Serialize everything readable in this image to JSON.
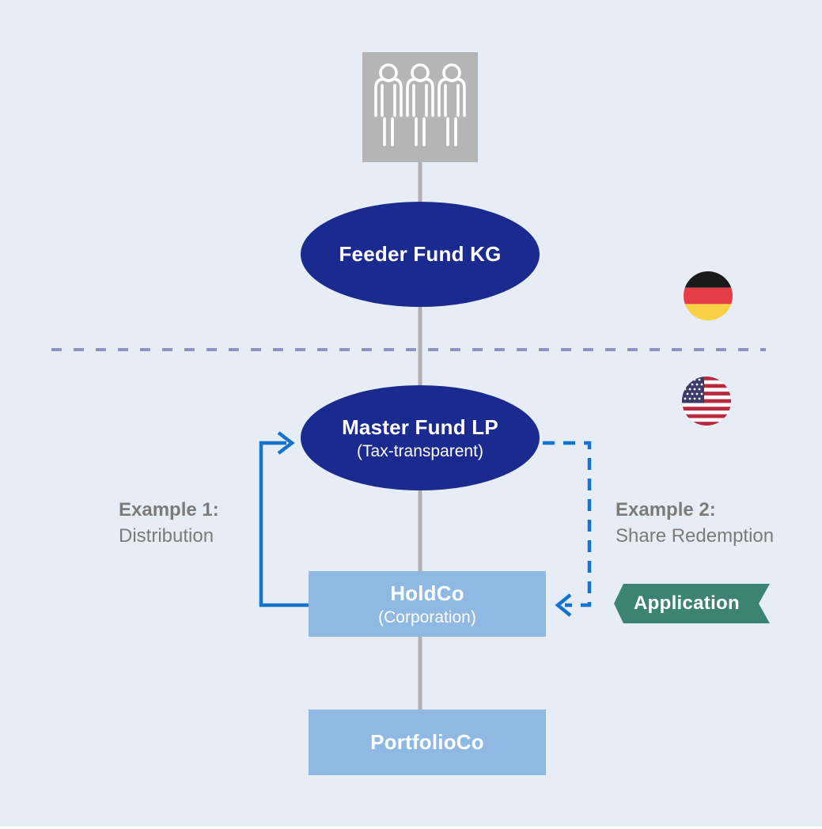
{
  "diagram": {
    "investors": {
      "icon": "three-persons-icon"
    },
    "nodes": {
      "feeder": {
        "label": "Feeder Fund KG"
      },
      "master": {
        "label": "Master Fund LP",
        "sublabel": "(Tax-transparent)"
      },
      "holdco": {
        "label": "HoldCo",
        "sublabel": "(Corporation)"
      },
      "portfolio": {
        "label": "PortfolioCo"
      }
    },
    "examples": {
      "one": {
        "title": "Example 1:",
        "subtitle": "Distribution"
      },
      "two": {
        "title": "Example 2:",
        "subtitle": "Share Redemption"
      }
    },
    "tag": {
      "label": "Application"
    },
    "flags": {
      "upper": "germany-flag",
      "lower": "usa-flag"
    },
    "colors": {
      "background": "#e7edf5",
      "navy": "#1b2a8e",
      "light_blue": "#8fb9e2",
      "arrow_blue": "#1473cd",
      "banner_green": "#3d8374",
      "icon_box_gray": "#b5b5b5",
      "connector_gray": "#b2afaf",
      "separator_blue_gray": "#8d96c3",
      "label_gray": "#7b7b7b",
      "flag_black": "#1a1a1a",
      "flag_red_de": "#e63e49",
      "flag_gold": "#f8d147",
      "flag_red_us": "#b8293d",
      "flag_blue_us": "#3a3a6b"
    }
  }
}
